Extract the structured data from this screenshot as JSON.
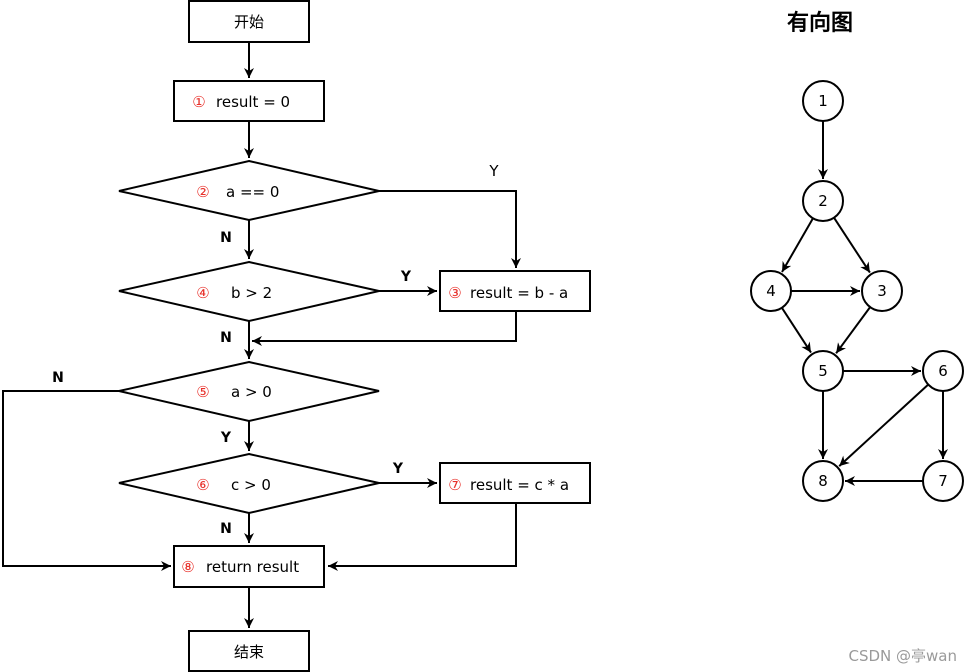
{
  "flowchart": {
    "start": "开始",
    "end": "结束",
    "steps": [
      {
        "num": "①",
        "text": "result = 0"
      },
      {
        "num": "②",
        "text": "a == 0"
      },
      {
        "num": "③",
        "text": "result = b - a"
      },
      {
        "num": "④",
        "text": "b > 2"
      },
      {
        "num": "⑤",
        "text": "a > 0"
      },
      {
        "num": "⑥",
        "text": "c > 0"
      },
      {
        "num": "⑦",
        "text": "result = c * a"
      },
      {
        "num": "⑧",
        "text": "return result"
      }
    ],
    "branch_labels": {
      "d2_yes": "Y",
      "d2_no": "N",
      "d4_yes": "Y",
      "d4_no": "N",
      "d5_no": "N",
      "d5_yes": "Y",
      "d6_yes": "Y",
      "d6_no": "N"
    }
  },
  "graph": {
    "title": "有向图",
    "nodes": [
      "1",
      "2",
      "3",
      "4",
      "5",
      "6",
      "7",
      "8"
    ],
    "edges": [
      [
        "1",
        "2"
      ],
      [
        "2",
        "4"
      ],
      [
        "2",
        "3"
      ],
      [
        "4",
        "3"
      ],
      [
        "4",
        "5"
      ],
      [
        "3",
        "5"
      ],
      [
        "5",
        "6"
      ],
      [
        "5",
        "8"
      ],
      [
        "6",
        "8"
      ],
      [
        "6",
        "7"
      ],
      [
        "7",
        "8"
      ]
    ]
  },
  "watermark": "CSDN @亭wan"
}
